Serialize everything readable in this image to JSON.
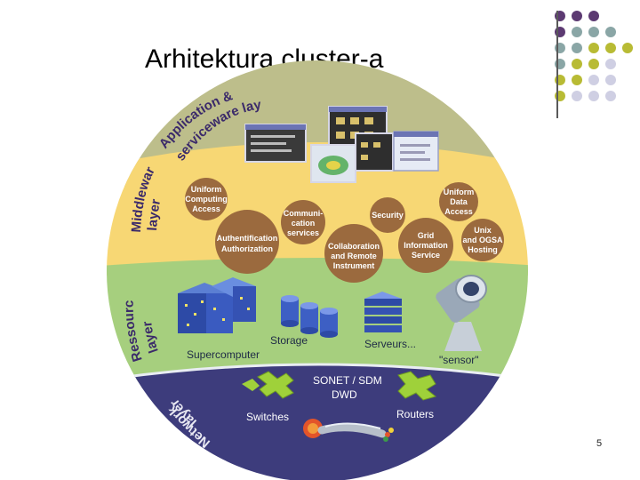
{
  "slide": {
    "title": "Arhitektura cluster-a",
    "page_number": "5"
  },
  "colors": {
    "application_layer": "#bdbe8b",
    "middleware_layer": "#f7d774",
    "resources_layer": "#a6cf7e",
    "network_layer": "#3d3c7c",
    "service_bubble": "#9b6a3e",
    "dot_purple": "#5c3a72",
    "dot_teal": "#8aa6a6",
    "dot_olive": "#b8bb34",
    "dot_lavender": "#cfcfe3"
  },
  "layers": {
    "application": [
      "Application &",
      "serviceware layer"
    ],
    "middleware": [
      "Middleware",
      "layer"
    ],
    "resources": [
      "Ressources",
      "layer"
    ],
    "network": [
      "Network",
      "layer"
    ]
  },
  "services": {
    "uniform_computing_access": [
      "Uniform",
      "Computing",
      "Access"
    ],
    "authentification_authorization": [
      "Authentification",
      "Authorization"
    ],
    "communication_services": [
      "Communi-",
      "cation",
      "services"
    ],
    "security": [
      "Security"
    ],
    "collaboration_remote_instrument": [
      "Collaboration",
      "and Remote",
      "Instrument"
    ],
    "grid_information_service": [
      "Grid",
      "Information",
      "Service"
    ],
    "uniform_data_access": [
      "Uniform",
      "Data",
      "Access"
    ],
    "unix_ogsa_hosting": [
      "Unix",
      "and OGSA",
      "Hosting"
    ]
  },
  "resources": {
    "supercomputer": "Supercomputer",
    "storage": "Storage",
    "serveurs": "Serveurs...",
    "sensor": "\"sensor\""
  },
  "network": {
    "sonet": [
      "SONET / SDM",
      "DWD"
    ],
    "switches": "Switches",
    "routers": "Routers"
  }
}
